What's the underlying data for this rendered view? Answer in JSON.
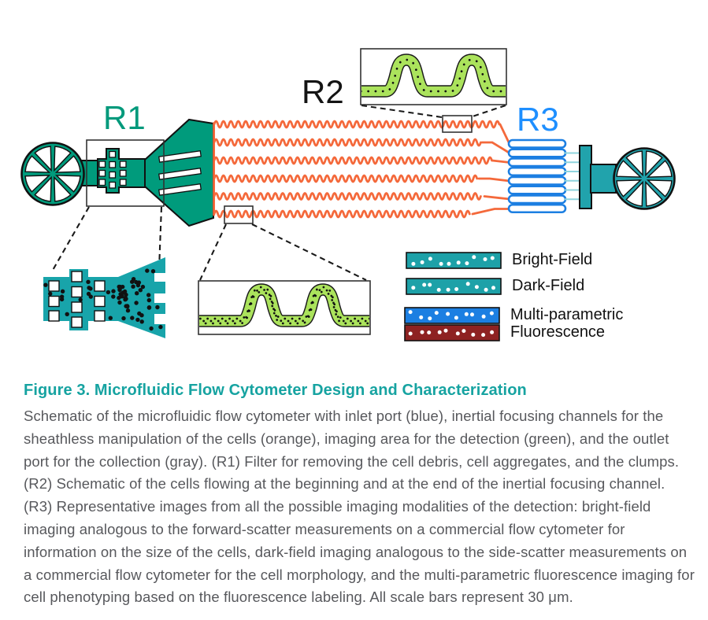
{
  "figure": {
    "region_labels": [
      {
        "id": "R1",
        "color": "#00997b"
      },
      {
        "id": "R2",
        "color": "#141414"
      },
      {
        "id": "R3",
        "color": "#1e8fff"
      }
    ],
    "legend": [
      {
        "label": "Bright-Field",
        "bar_color": "#1da1a8"
      },
      {
        "label": "Dark-Field",
        "bar_color": "#1da1a8"
      },
      {
        "label": "Multi-parametric",
        "bar_color": "#1c7fe2"
      },
      {
        "label": "Fluorescence",
        "bar_color": "#8e2222"
      }
    ],
    "colors": {
      "inlet_teal": "#009b7c",
      "outlet_teal": "#21a3ac",
      "channel_orange": "#f4693b",
      "serpentine_blue": "#1c7fe2",
      "link_cyan": "#8fd4de",
      "inset_channel_green": "#abe35c"
    }
  },
  "caption": {
    "title_prefix": "Figure 3.",
    "title_rest": "Microfluidic Flow Cytometer Design and Characterization",
    "body": "Schematic of the microfluidic flow cytometer with inlet port (blue), inertial focusing channels for the sheathless manipulation of the cells (orange), imaging area for the detection (green), and the outlet port for the collection (gray). (R1) Filter for removing the cell debris, cell aggregates, and the clumps. (R2) Schematic of the cells flowing at the beginning and at the end of the inertial focusing channel. (R3) Representative images from all the possible imaging modalities of the detection: bright-field imaging analogous to the forward-scatter measurements on a commercial flow cytometer for information on the size of the cells, dark-field imaging analogous to the side-scatter measurements on a commercial flow cytometer for the cell morphology, and the multi-parametric fluorescence imaging for cell phenotyping based on the fluorescence labeling. All scale bars represent 30 μm."
  }
}
